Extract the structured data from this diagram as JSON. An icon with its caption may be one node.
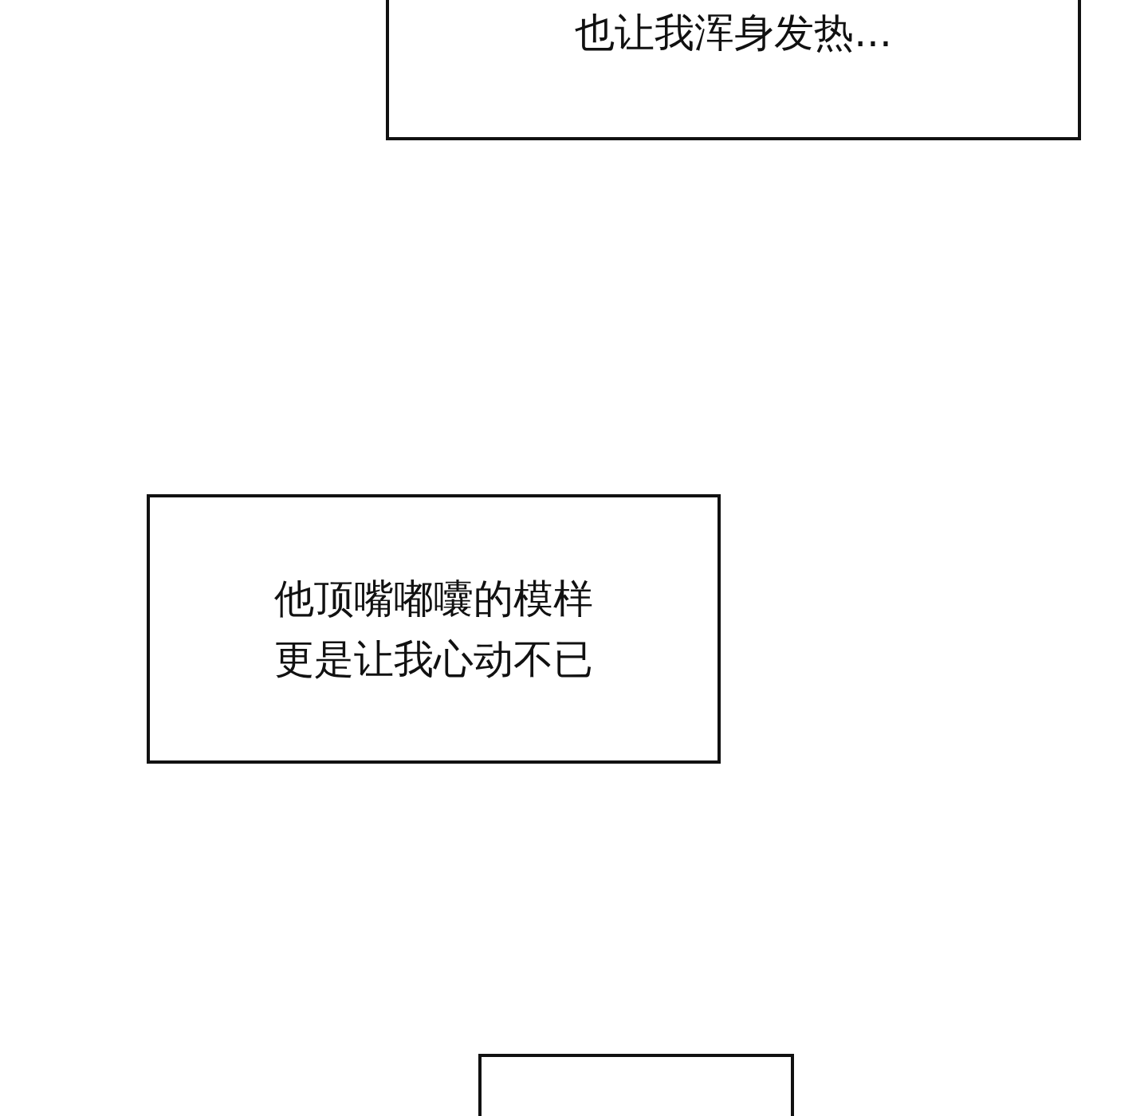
{
  "diagram": {
    "nodes": [
      {
        "text": [
          "也让我浑身发热..."
        ]
      },
      {
        "text": [
          "他顶嘴嘟囔的模样更是让我心动不已"
        ]
      },
      {
        "text": [],
        "shape": "box"
      }
    ]
  }
}
